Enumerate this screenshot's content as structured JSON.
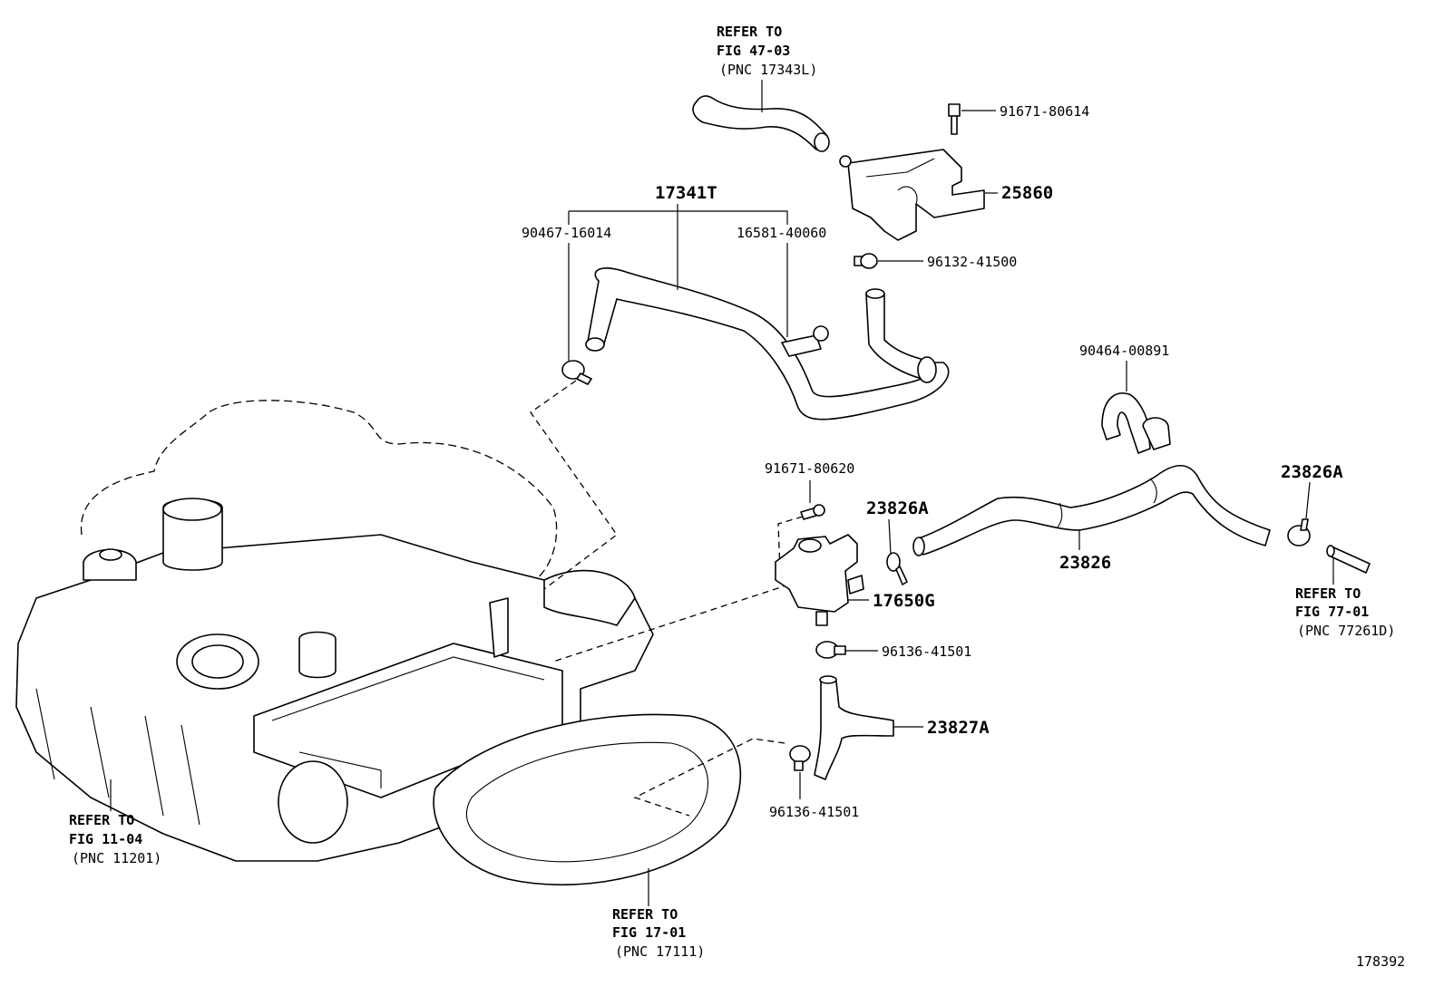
{
  "diagram_id": "178392",
  "references": {
    "top": {
      "line1": "REFER TO",
      "line2": "FIG 47-03",
      "line3": "(PNC 17343L)"
    },
    "right": {
      "line1": "REFER TO",
      "line2": "FIG 77-01",
      "line3": "(PNC 77261D)"
    },
    "left": {
      "line1": "REFER TO",
      "line2": "FIG 11-04",
      "line3": "(PNC 11201)"
    },
    "bottom": {
      "line1": "REFER TO",
      "line2": "FIG 17-01",
      "line3": "(PNC 17111)"
    }
  },
  "parts": {
    "bolt_top": "91671-80614",
    "vsv_bracket": "25860",
    "hose_assembly": "17341T",
    "clamp_left": "90467-16014",
    "clip_right": "16581-40060",
    "clamp_96132": "96132-41500",
    "clamp_90464": "90464-00891",
    "bolt_mid": "91671-80620",
    "clamp_23826A_left": "23826A",
    "clamp_23826A_right": "23826A",
    "hose_23826": "23826",
    "vsv_17650G": "17650G",
    "clamp_96136_upper": "96136-41501",
    "hose_23827A": "23827A",
    "clamp_96136_lower": "96136-41501"
  }
}
